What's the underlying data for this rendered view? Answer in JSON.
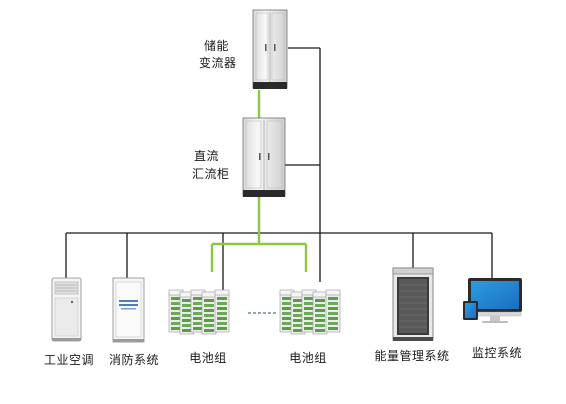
{
  "labels": {
    "pcs_line1": "储能",
    "pcs_line2": "变流器",
    "dc_line1": "直流",
    "dc_line2": "汇流柜",
    "ac": "工业空调",
    "fire": "消防系统",
    "battery1": "电池组",
    "battery2": "电池组",
    "ems": "能量管理系统",
    "monitor": "监控系统"
  },
  "colors": {
    "wire": "#1a1a1a",
    "dc_bus": "#8dc63f",
    "dashed": "#4a6fb5",
    "cabinet": "#f2f2f2",
    "battery_module": "#5a9c48"
  },
  "icons": {
    "pcs": "cabinet-icon",
    "dc_combiner": "cabinet-icon",
    "ac": "air-conditioner-icon",
    "fire": "fire-system-cabinet-icon",
    "battery": "battery-rack-icon",
    "ems": "server-rack-icon",
    "monitor": "monitor-icon"
  }
}
